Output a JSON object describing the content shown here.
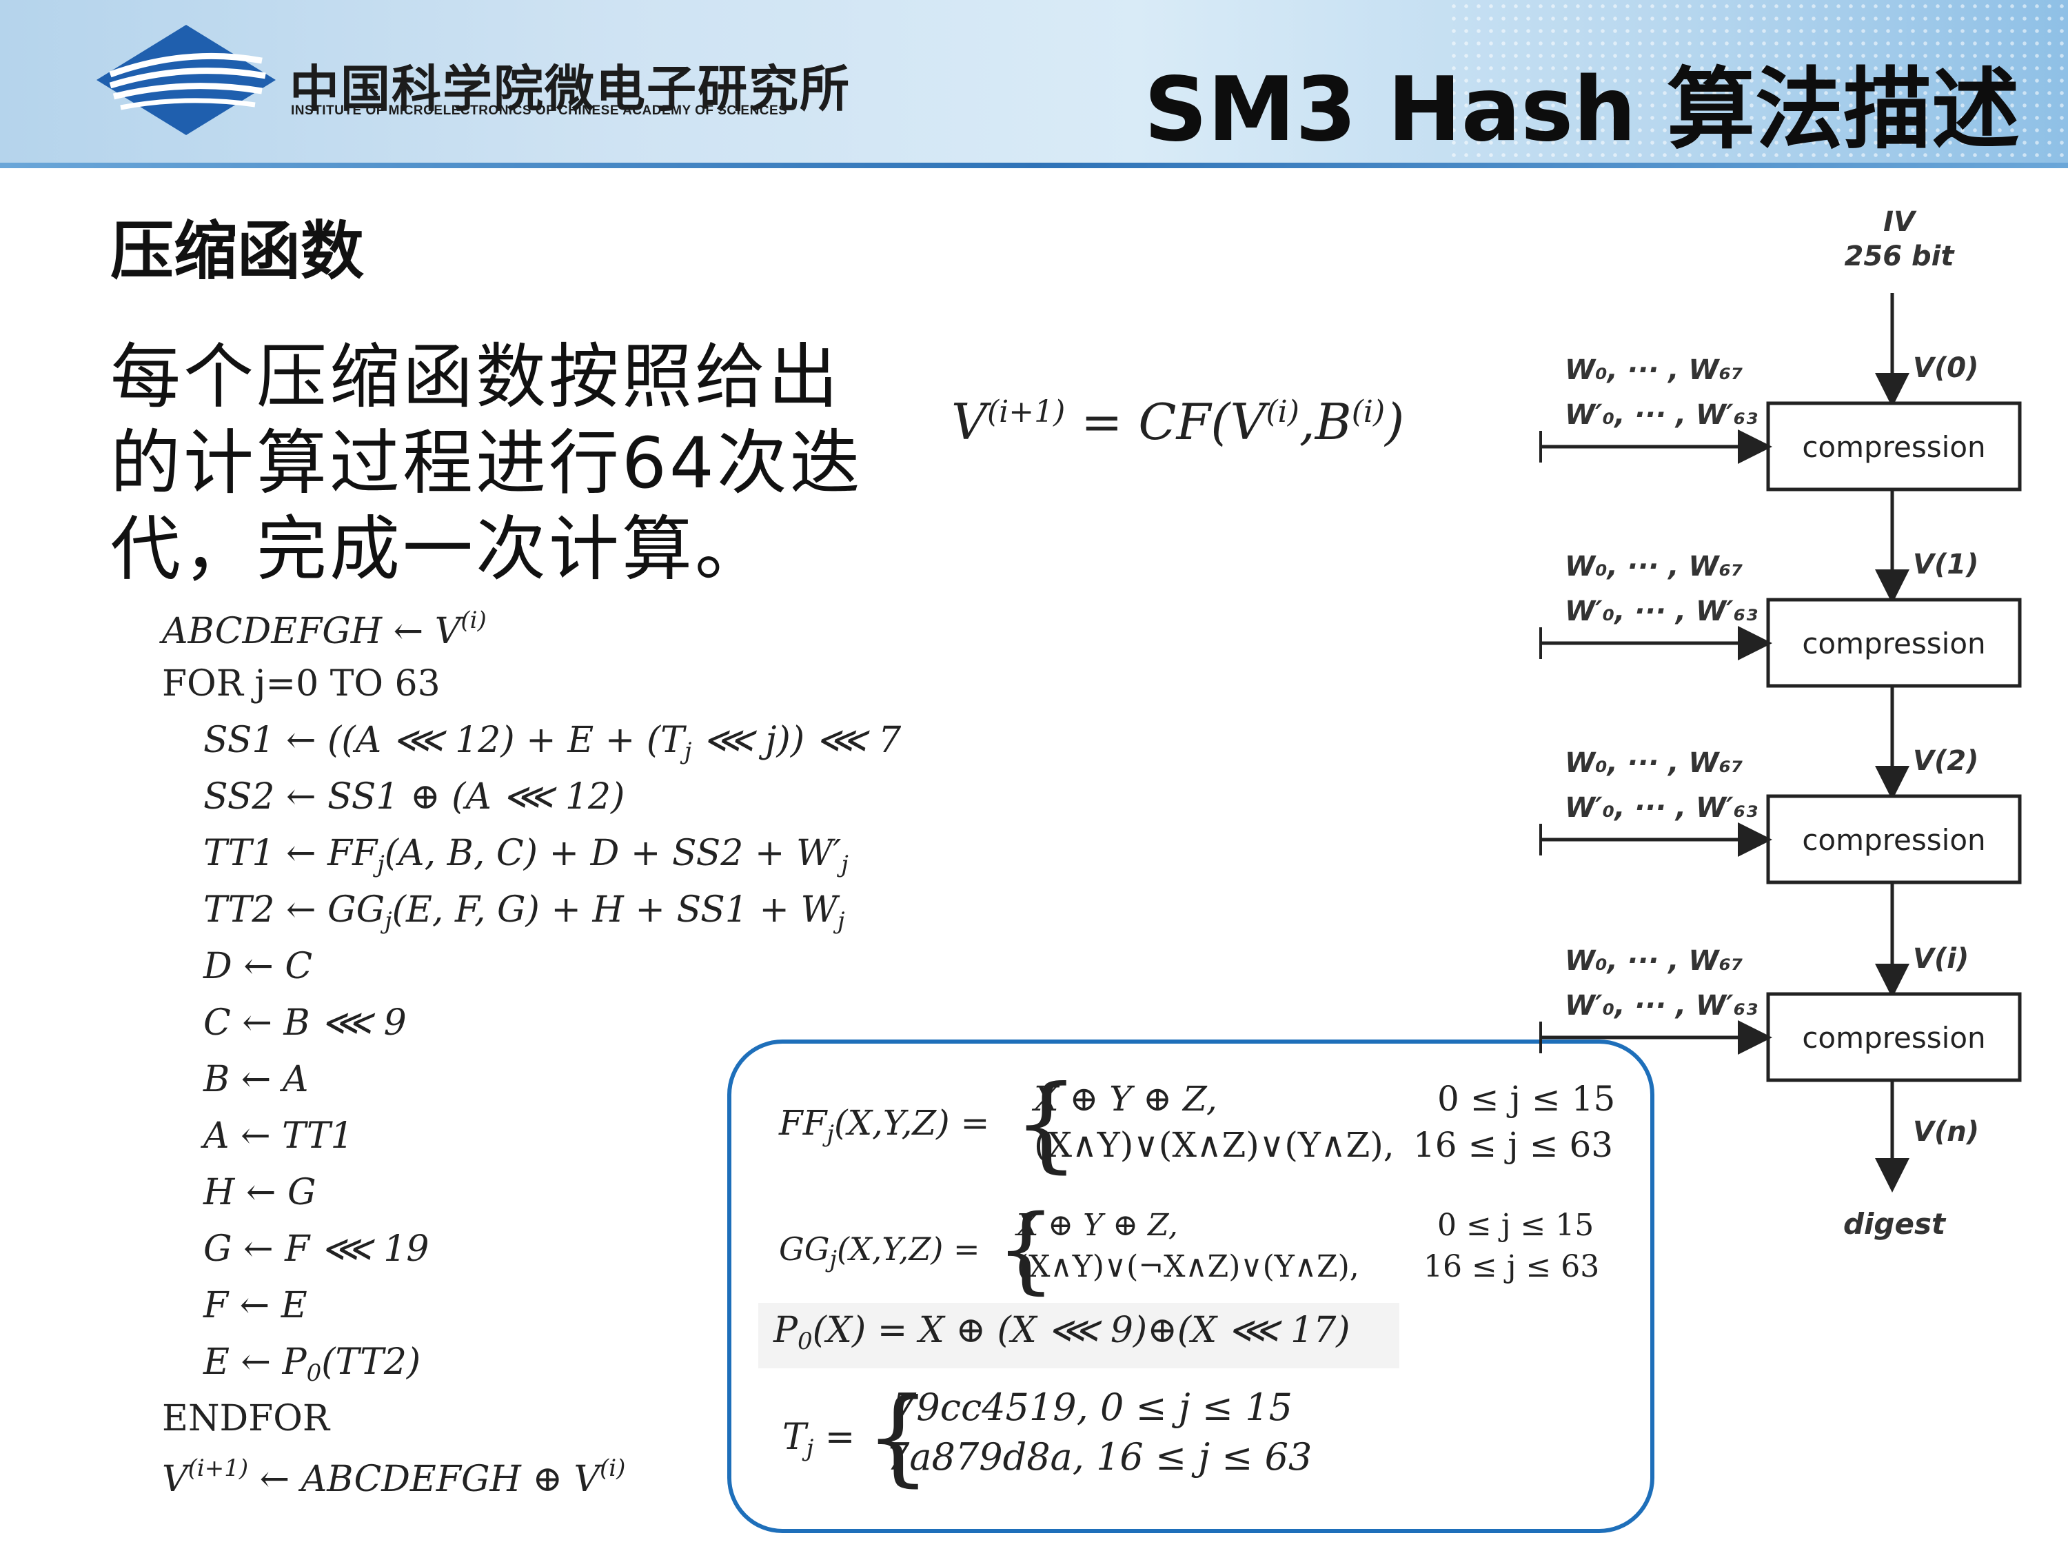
{
  "header": {
    "institute_cn": "中国科学院微电子研究所",
    "institute_en": "INSTITUTE OF MICROELECTRONICS OF CHINESE ACADEMY OF SCIENCES",
    "title": "SM3 Hash 算法描述"
  },
  "section": {
    "heading": "压缩函数",
    "body": "每个压缩函数按照给出的计算过程进行64次迭代，完成一次计算。"
  },
  "equation": {
    "lhs": "V",
    "lhs_sup": "(i+1)",
    "eq": " = CF(V",
    "sup1": "(i)",
    "mid": ",B",
    "sup2": "(i)",
    "end": ")"
  },
  "algorithm": [
    {
      "text": "ABCDEFGH ← V",
      "sup": "(i)",
      "indent": false
    },
    {
      "text": "FOR j=0 TO 63",
      "indent": false
    },
    {
      "text": "SS1 ← ((A ⋘ 12) + E + (T",
      "sub": "j",
      "tail": " ⋘ j)) ⋘ 7",
      "indent": true
    },
    {
      "text": "SS2 ← SS1 ⊕ (A ⋘ 12)",
      "indent": true
    },
    {
      "text": "TT1 ← FF",
      "sub": "j",
      "tail": "(A, B, C) + D + SS2 + W′",
      "sub2": "j",
      "indent": true
    },
    {
      "text": "TT2 ← GG",
      "sub": "j",
      "tail": "(E, F, G) + H + SS1 + W",
      "sub2": "j",
      "indent": true
    },
    {
      "text": "D ← C",
      "indent": true
    },
    {
      "text": "C ← B ⋘ 9",
      "indent": true
    },
    {
      "text": "B ← A",
      "indent": true
    },
    {
      "text": "A ← TT1",
      "indent": true
    },
    {
      "text": "H ← G",
      "indent": true
    },
    {
      "text": "G ← F ⋘ 19",
      "indent": true
    },
    {
      "text": "F ← E",
      "indent": true
    },
    {
      "text": "E ← P",
      "sub": "0",
      "tail": "(TT2)",
      "indent": true
    },
    {
      "text": "ENDFOR",
      "indent": false
    },
    {
      "text": "V",
      "sup": "(i+1)",
      "tail": " ← ABCDEFGH ⊕ V",
      "sup2": "(i)",
      "indent": false
    }
  ],
  "definitions": {
    "ff_lhs": "FF",
    "ff_lhs_sub": "j",
    "ff_lhs_tail": "(X,Y,Z) =",
    "ff_case1": "X ⊕ Y ⊕ Z,",
    "ff_cond1": "0 ≤ j ≤ 15",
    "ff_case2": "(X∧Y)∨(X∧Z)∨(Y∧Z),",
    "ff_cond2": "16 ≤ j ≤ 63",
    "gg_lhs": "GG",
    "gg_lhs_sub": "j",
    "gg_lhs_tail": "(X,Y,Z) =",
    "gg_case1": "X ⊕ Y ⊕ Z,",
    "gg_cond1": "0 ≤ j ≤ 15",
    "gg_case2": "(X∧Y)∨(¬X∧Z)∨(Y∧Z),",
    "gg_cond2": "16 ≤ j ≤ 63",
    "p0": "P",
    "p0_sub": "0",
    "p0_tail": "(X) = X ⊕ (X ⋘ 9)⊕(X ⋘ 17)",
    "t_lhs": "T",
    "t_lhs_sub": "j",
    "t_eq": " =",
    "t_case1": "79cc4519,  0 ≤ j ≤ 15",
    "t_case2": "7a879d8a,  16 ≤ j ≤ 63"
  },
  "diagram": {
    "iv_line1": "IV",
    "iv_line2": "256 bit",
    "block_label": "compression",
    "inputs_line1": "W₀, ··· , W₆₇",
    "inputs_line2": "W′₀, ··· , W′₆₃",
    "v_labels": [
      "V(0)",
      "V(1)",
      "V(2)",
      "V(i)",
      "V(n)"
    ],
    "digest": "digest"
  }
}
